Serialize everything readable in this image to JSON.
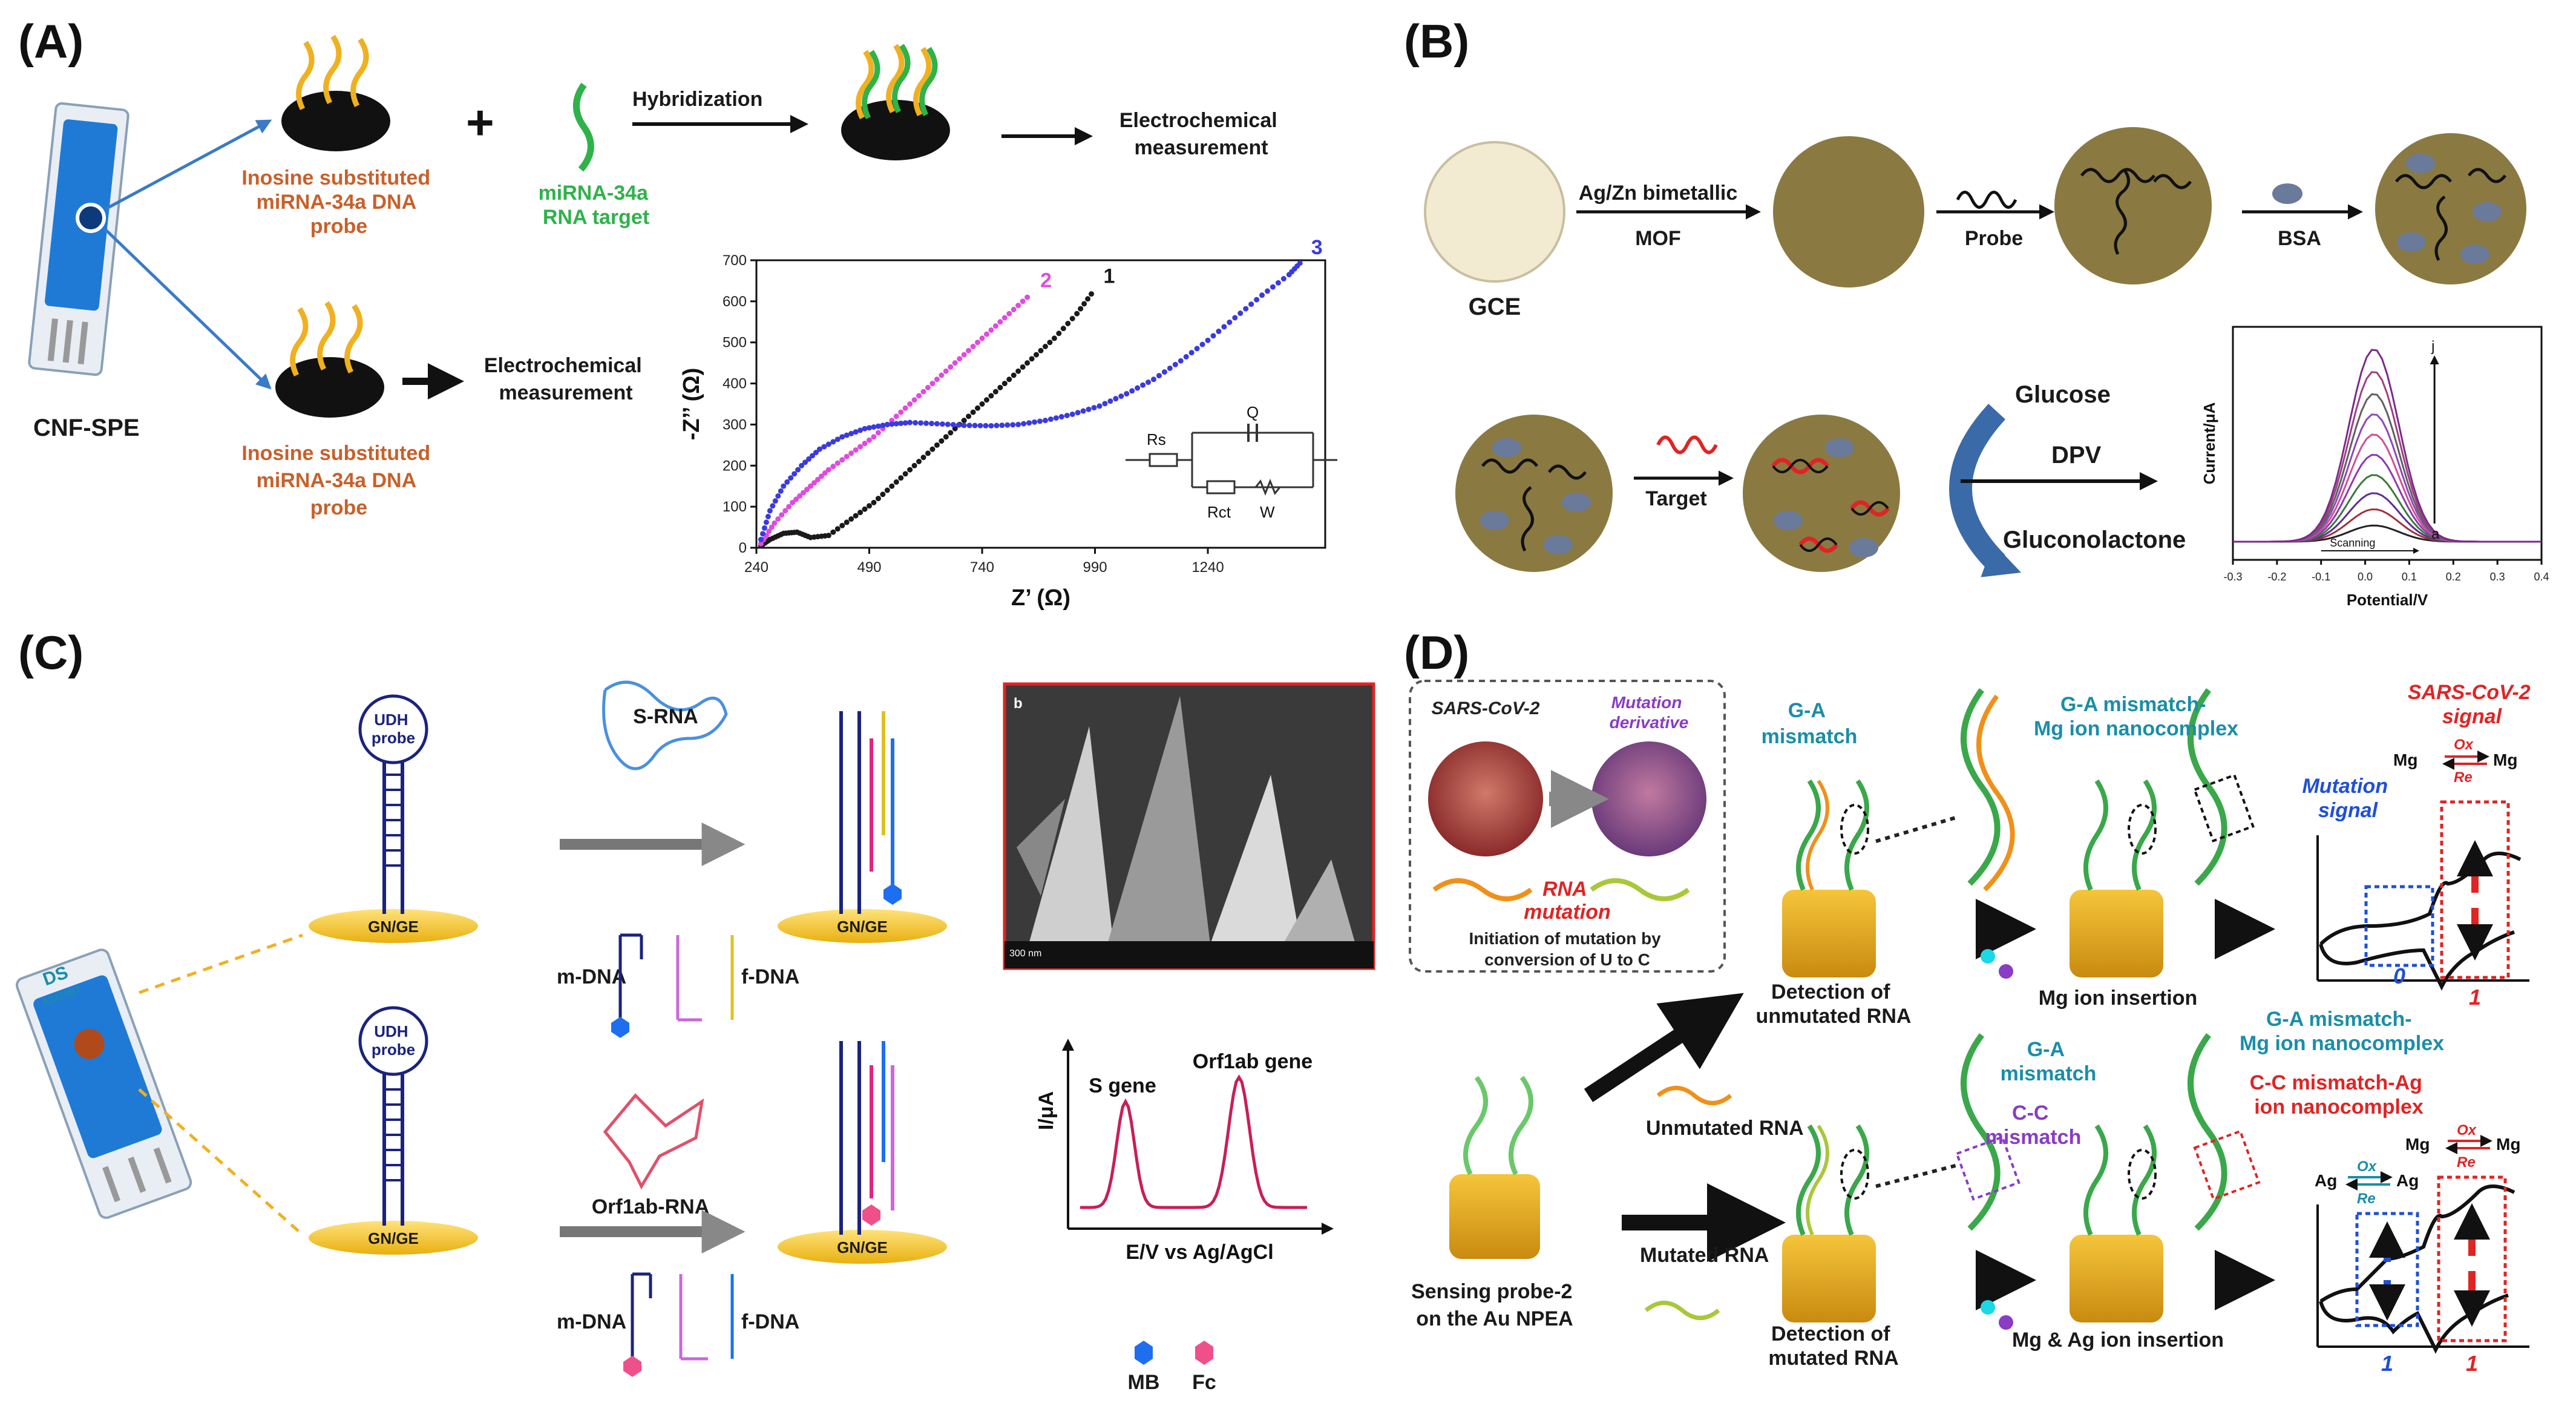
{
  "panels": {
    "a": {
      "letter": "(A)",
      "electrode_label": "CNF-SPE",
      "probe_label_1": [
        "Inosine substituted",
        "miRNA-34a DNA",
        "probe"
      ],
      "probe_label_2": [
        "Inosine substituted",
        "miRNA-34a DNA",
        "probe"
      ],
      "target_label": [
        "miRNA-34a",
        "RNA target"
      ],
      "plus": "+",
      "hybridization": "Hybridization",
      "measurement_top": [
        "Electrochemical",
        "measurement"
      ],
      "measurement_bottom": [
        "Electrochemical",
        "measurement"
      ]
    },
    "b": {
      "letter": "(B)",
      "gce": "GCE",
      "mof_top": "Ag/Zn bimetallic",
      "mof_bottom": "MOF",
      "probe": "Probe",
      "bsa": "BSA",
      "target": "Target",
      "glucose": "Glucose",
      "gluconolactone": "Gluconolactone",
      "dpv": "DPV"
    },
    "c": {
      "letter": "(C)",
      "chip_label": [
        "DS",
        "A2224B7"
      ],
      "udh_probe": [
        "UDH",
        "probe"
      ],
      "electrode": "GN/GE",
      "s_rna": "S-RNA",
      "orf_rna": "Orf1ab-RNA",
      "m_dna": "m-DNA",
      "f_dna": "f-DNA",
      "sem_tag": "b",
      "sem_scale": "300 nm",
      "legend_mb": "MB",
      "legend_fc": "Fc",
      "mb_color": "#1e6ff0",
      "fc_color": "#f0508a"
    },
    "d": {
      "letter": "(D)",
      "inset_virus": "SARS-CoV-2",
      "inset_mutant": [
        "Mutation",
        "derivative"
      ],
      "inset_rna_mutation": [
        "RNA",
        "mutation"
      ],
      "inset_caption": [
        "Initiation of mutation by",
        "conversion of U to C"
      ],
      "ga_mismatch": [
        "G-A",
        "mismatch"
      ],
      "ga_complex": [
        "G-A mismatch-",
        "Mg ion nanocomplex"
      ],
      "ga_mismatch_2": [
        "G-A",
        "mismatch"
      ],
      "cc_mismatch": [
        "C-C",
        "mismatch"
      ],
      "ga_complex_2": [
        "G-A mismatch-",
        "Mg ion nanocomplex"
      ],
      "cc_complex": [
        "C-C mismatch-Ag",
        "ion nanocomplex"
      ],
      "sars_signal": [
        "SARS-CoV-2",
        "signal"
      ],
      "mutation_signal": [
        "Mutation",
        "signal"
      ],
      "detect_unmut": [
        "Detection of",
        "unmutated RNA"
      ],
      "detect_mut": [
        "Detection of",
        "mutated RNA"
      ],
      "mg_insertion": "Mg ion insertion",
      "mgag_insertion": "Mg & Ag ion insertion",
      "unmutated_rna": "Unmutated RNA",
      "mutated_rna": "Mutated RNA",
      "sensing_probe": [
        "Sensing probe-2",
        "on the Au NPEA"
      ],
      "ox": "Ox",
      "re": "Re",
      "mg": "Mg",
      "ag": "Ag",
      "val_0": "0",
      "val_1a": "1",
      "val_1b": "1",
      "val_1c": "1"
    }
  },
  "chart_data": [
    {
      "type": "scatter",
      "panel": "A",
      "xlabel": "Z’ (Ω)",
      "ylabel": "-Z’’ (Ω)",
      "xlim": [
        240,
        1500
      ],
      "ylim": [
        0,
        700
      ],
      "xticks": [
        "240",
        "490",
        "740",
        "990",
        "1240"
      ],
      "yticks": [
        "0",
        "100",
        "200",
        "300",
        "400",
        "500",
        "600",
        "700"
      ],
      "circuit_labels": [
        "Rs",
        "Q",
        "Rct",
        "W"
      ],
      "series": [
        {
          "name": "1",
          "color": "#1a1a1a",
          "x": [
            250,
            270,
            300,
            330,
            360,
            400,
            450,
            500,
            550,
            600,
            650,
            700,
            750,
            800,
            850,
            900,
            950,
            990
          ],
          "y": [
            5,
            20,
            35,
            38,
            25,
            30,
            70,
            110,
            160,
            210,
            260,
            310,
            360,
            410,
            460,
            510,
            570,
            630
          ]
        },
        {
          "name": "2",
          "color": "#e04ae0",
          "x": [
            250,
            280,
            320,
            360,
            400,
            450,
            500,
            550,
            600,
            650,
            700,
            750,
            800,
            850
          ],
          "y": [
            10,
            60,
            110,
            150,
            190,
            230,
            270,
            320,
            370,
            420,
            470,
            520,
            570,
            620
          ]
        },
        {
          "name": "3",
          "color": "#3a3ae0",
          "x": [
            250,
            270,
            300,
            340,
            380,
            430,
            480,
            530,
            580,
            640,
            700,
            760,
            820,
            880,
            940,
            1000,
            1060,
            1120,
            1180,
            1240,
            1300,
            1360,
            1420,
            1450
          ],
          "y": [
            20,
            90,
            150,
            200,
            240,
            270,
            290,
            300,
            305,
            302,
            298,
            297,
            300,
            310,
            325,
            345,
            375,
            410,
            455,
            505,
            560,
            615,
            665,
            700
          ]
        }
      ]
    },
    {
      "type": "line",
      "panel": "B",
      "xlabel": "Potential/V",
      "ylabel": "Current/μA",
      "xlim": [
        -0.3,
        0.4
      ],
      "xticks": [
        "-0.3",
        "-0.2",
        "-0.1",
        "0.0",
        "0.1",
        "0.2",
        "0.3",
        "0.4"
      ],
      "annotations": [
        "j",
        "a",
        "Scanning"
      ],
      "peak_x": 0.02,
      "peak_heights": [
        0.08,
        0.16,
        0.24,
        0.33,
        0.43,
        0.53,
        0.63,
        0.73,
        0.84,
        0.95
      ],
      "colors": [
        "#222222",
        "#a0303a",
        "#5a3090",
        "#3a7a3a",
        "#8a3ab0",
        "#d05090",
        "#8a4ab8",
        "#606060",
        "#a04080",
        "#7a2a8a"
      ]
    },
    {
      "type": "line",
      "panel": "C",
      "xlabel": "E/V vs Ag/AgCl",
      "ylabel": "I/μA",
      "peaks": [
        "S gene",
        "Orf1ab gene"
      ],
      "color": "#c81e5a"
    }
  ]
}
